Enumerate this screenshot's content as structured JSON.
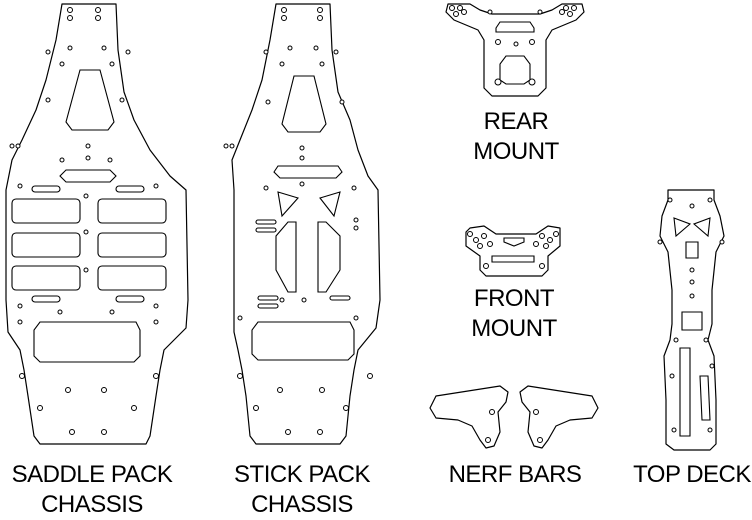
{
  "parts": [
    {
      "id": "saddle-pack-chassis",
      "line1": "SADDLE PACK",
      "line2": "CHASSIS"
    },
    {
      "id": "stick-pack-chassis",
      "line1": "STICK PACK",
      "line2": "CHASSIS"
    },
    {
      "id": "rear-mount",
      "line1": "REAR",
      "line2": "MOUNT"
    },
    {
      "id": "front-mount",
      "line1": "FRONT",
      "line2": "MOUNT"
    },
    {
      "id": "nerf-bars",
      "line1": "NERF BARS",
      "line2": ""
    },
    {
      "id": "top-deck",
      "line1": "TOP DECK",
      "line2": ""
    }
  ],
  "colors": {
    "line": "#000000",
    "background": "#ffffff"
  }
}
